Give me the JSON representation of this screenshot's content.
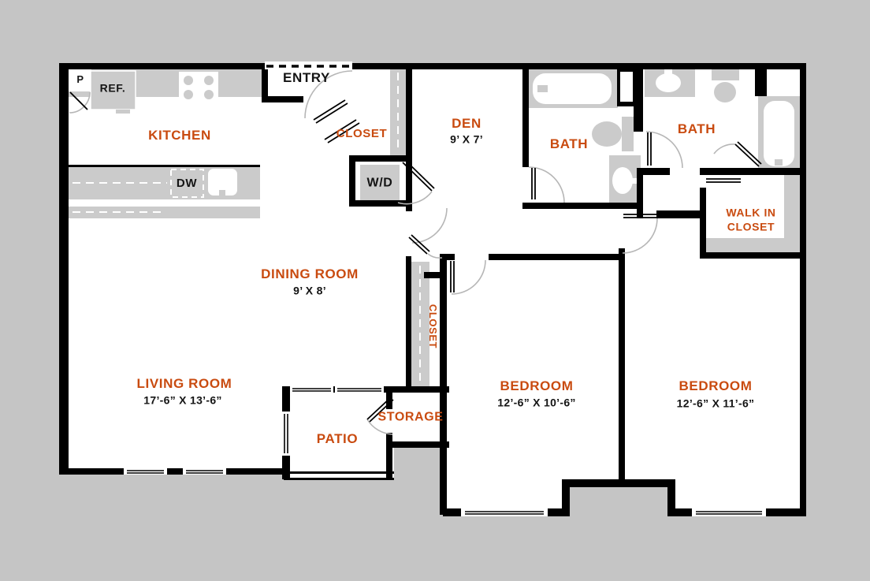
{
  "colors": {
    "background": "#c5c5c5",
    "wall": "#000000",
    "room_label": "#c94b10",
    "dimension_text": "#141414",
    "fixture_gray": "#cbcbcb",
    "door_arc": "#b6b6b6"
  },
  "rooms": {
    "kitchen": {
      "label": "KITCHEN"
    },
    "entry": {
      "label": "ENTRY"
    },
    "entry_closet": {
      "label": "CLOSET"
    },
    "den": {
      "label": "DEN",
      "dims": "9’ X 7’"
    },
    "bath_main": {
      "label": "BATH"
    },
    "bath_second": {
      "label": "BATH"
    },
    "walk_in_closet": {
      "line1": "WALK IN",
      "line2": "CLOSET"
    },
    "dining_room": {
      "label": "DINING ROOM",
      "dims": "9’ X 8’"
    },
    "hall_closet": {
      "label": "CLOSET"
    },
    "living_room": {
      "label": "LIVING ROOM",
      "dims": "17’-6” X 13’-6”"
    },
    "patio": {
      "label": "PATIO"
    },
    "storage": {
      "label": "STORAGE"
    },
    "bedroom_1": {
      "label": "BEDROOM",
      "dims": "12’-6” X 10’-6”"
    },
    "bedroom_2": {
      "label": "BEDROOM",
      "dims": "12’-6” X 11’-6”"
    }
  },
  "appliances": {
    "pantry": {
      "label": "P"
    },
    "refrigerator": {
      "label": "REF."
    },
    "dishwasher": {
      "label": "DW"
    },
    "washer_dryer": {
      "label": "W/D"
    }
  }
}
